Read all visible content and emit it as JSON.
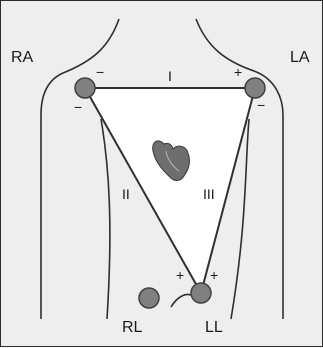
{
  "colors": {
    "background": "#eeeeee",
    "frame": "#2b2b2b",
    "line": "#2f2f2f",
    "triangle_fill": "#ffffff",
    "electrode_fill": "#808080",
    "electrode_stroke": "#404040"
  },
  "limbs": {
    "ra": "RA",
    "la": "LA",
    "rl": "RL",
    "ll": "LL"
  },
  "leads": {
    "i": "I",
    "ii": "II",
    "iii": "III"
  },
  "polarity": {
    "ra_top": "−",
    "ra_bottom": "−",
    "la_top": "+",
    "la_bottom": "−",
    "ll_left": "+",
    "ll_right": "+"
  },
  "icons": {
    "heart": "heart-icon"
  }
}
